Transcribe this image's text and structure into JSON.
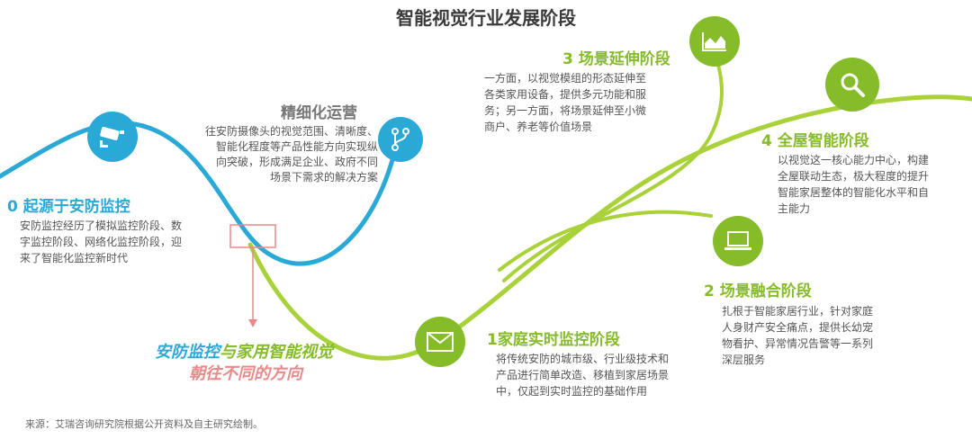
{
  "title": "智能视觉行业发展阶段",
  "colors": {
    "blue": "#2aa9d6",
    "green": "#86bb2a",
    "pink": "#e8898a",
    "gray_title": "#666666"
  },
  "refine": {
    "title": "精细化运营",
    "desc": [
      "往安防摄像头的视觉范围、清晰度、",
      "智能化程度等产品性能方向实现纵",
      "向突破，形成满足企业、政府不同",
      "场景下需求的解决方案"
    ],
    "icon": "branch-icon"
  },
  "stage0": {
    "title": "0 起源于安防监控",
    "desc": [
      "安防监控经历了模拟监控阶段、数",
      "字监控阶段、网络化监控阶段，迎",
      "来了智能化监控新时代"
    ],
    "icon": "cctv-camera-icon"
  },
  "stage1": {
    "title": "1家庭实时监控阶段",
    "desc": [
      "将传统安防的城市级、行业级技术和",
      "产品进行简单改造、移植到家居场景",
      "中，仅起到实时监控的基础作用"
    ],
    "icon": "mail-icon"
  },
  "stage2": {
    "title": "2 场景融合阶段",
    "desc": [
      "扎根于智能家居行业，针对家庭",
      "人身财产安全痛点，提供长幼宠",
      "物看护、异常情况告警等一系列",
      "深层服务"
    ],
    "icon": "laptop-icon"
  },
  "stage3": {
    "title": "3 场景延伸阶段",
    "desc": [
      "一方面，以视觉模组的形态延伸至",
      "各类家用设备，提供多元功能和服",
      "务；另一方面，将场景延伸至小微",
      "商户、养老等价值场景"
    ],
    "icon": "area-chart-icon"
  },
  "stage4": {
    "title": "4 全屋智能阶段",
    "desc": [
      "以视觉这一核心能力中心，构建",
      "全屋联动生态，极大程度的提升",
      "智能家居整体的智能化水平和自",
      "主能力"
    ],
    "icon": "magnifier-icon"
  },
  "divergence": {
    "part1": "安防监控",
    "part2": "与家用智能视觉",
    "line2": "朝往不同的方向"
  },
  "source": "来源：艾瑞咨询研究院根据公开资料及自主研究绘制。"
}
